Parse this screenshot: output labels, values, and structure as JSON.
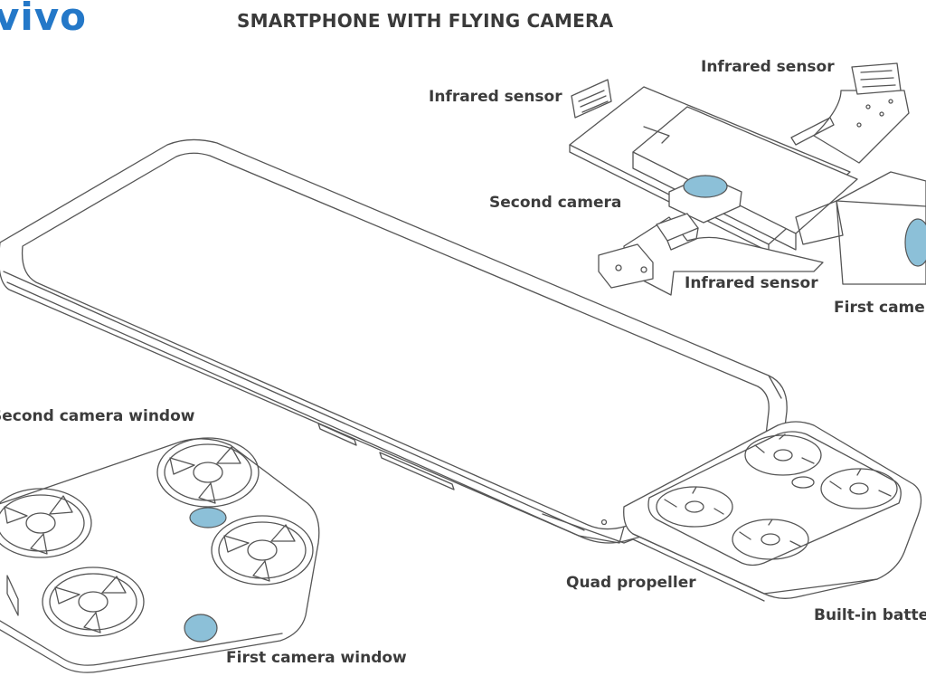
{
  "brand": {
    "logo_text": "vivo",
    "logo_color": "#2478c8"
  },
  "title": "SMARTPHONE WITH FLYING CAMERA",
  "labels": {
    "infrared_sensor_top_right": "Infrared sensor",
    "infrared_sensor_top_left": "Infrared sensor",
    "second_camera": "Second camera",
    "infrared_sensor_bottom": "Infrared sensor",
    "first_camera": "First camera",
    "second_camera_window": "Second camera window",
    "quad_propeller": "Quad propeller",
    "built_in_battery": "Built-in battery",
    "first_camera_window": "First camera window"
  },
  "colors": {
    "accent": "#8cc0d8",
    "line": "#555555",
    "text": "#3c3c3c"
  }
}
